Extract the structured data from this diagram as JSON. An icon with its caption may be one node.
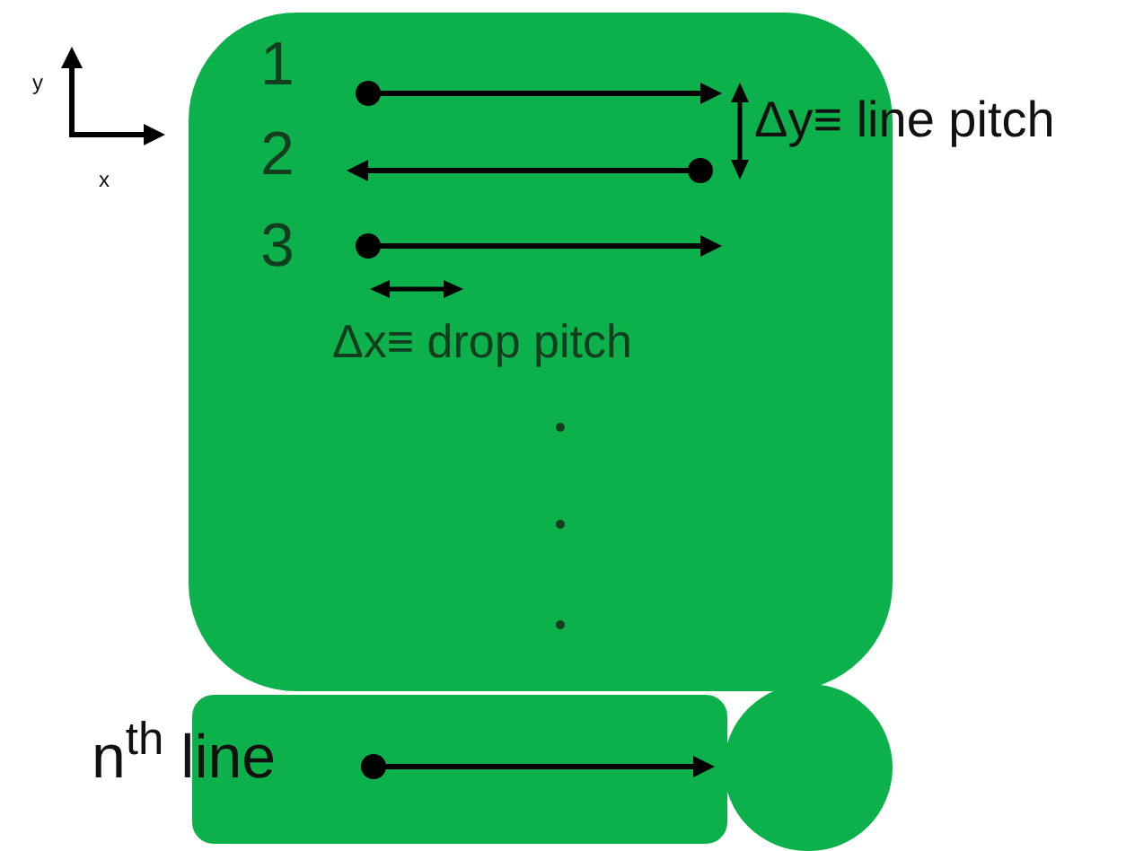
{
  "diagram": {
    "nodes": [
      {
        "text": [
          "1",
          "2",
          "3",
          "Δx≡ drop pitch"
        ]
      },
      {
        "text": [
          "n$^{th}$ line"
        ]
      },
      {
        "text": [],
        "shape": "circle"
      }
    ],
    "labels": [
      "y",
      "x",
      "Δy≡ line pitch"
    ]
  }
}
